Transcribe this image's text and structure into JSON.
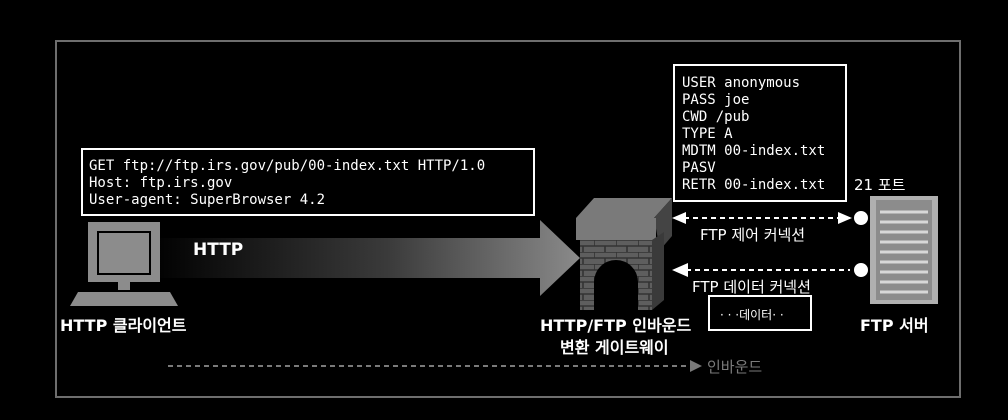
{
  "request": {
    "lines": [
      "GET ftp://ftp.irs.gov/pub/00-index.txt HTTP/1.0",
      "Host: ftp.irs.gov",
      "User-agent: SuperBrowser 4.2"
    ]
  },
  "ftp_commands": {
    "lines": [
      "USER anonymous",
      "PASS joe",
      "CWD /pub",
      "TYPE A",
      "MDTM 00-index.txt",
      "PASV",
      "RETR 00-index.txt"
    ]
  },
  "labels": {
    "http_arrow": "HTTP",
    "client": "HTTP 클라이언트",
    "gateway_line1": "HTTP/FTP 인바운드",
    "gateway_line2": "변환 게이트웨이",
    "port": "21 포트",
    "control_connection": "FTP 제어 커넥션",
    "data_connection": "FTP 데이터 커넥션",
    "data_packet": "· · ·데이터· ·",
    "server": "FTP 서버",
    "inbound": "인바운드"
  },
  "icons": {
    "client": "computer-monitor-icon",
    "gateway": "brick-gateway-icon",
    "server": "server-tower-icon"
  },
  "colors": {
    "background": "#000000",
    "frame": "#6e6e6e",
    "icon_fill": "#8c8c8c",
    "gateway_brick": "#5a5a5a",
    "inbound_arrow": "#7a7a7a"
  }
}
